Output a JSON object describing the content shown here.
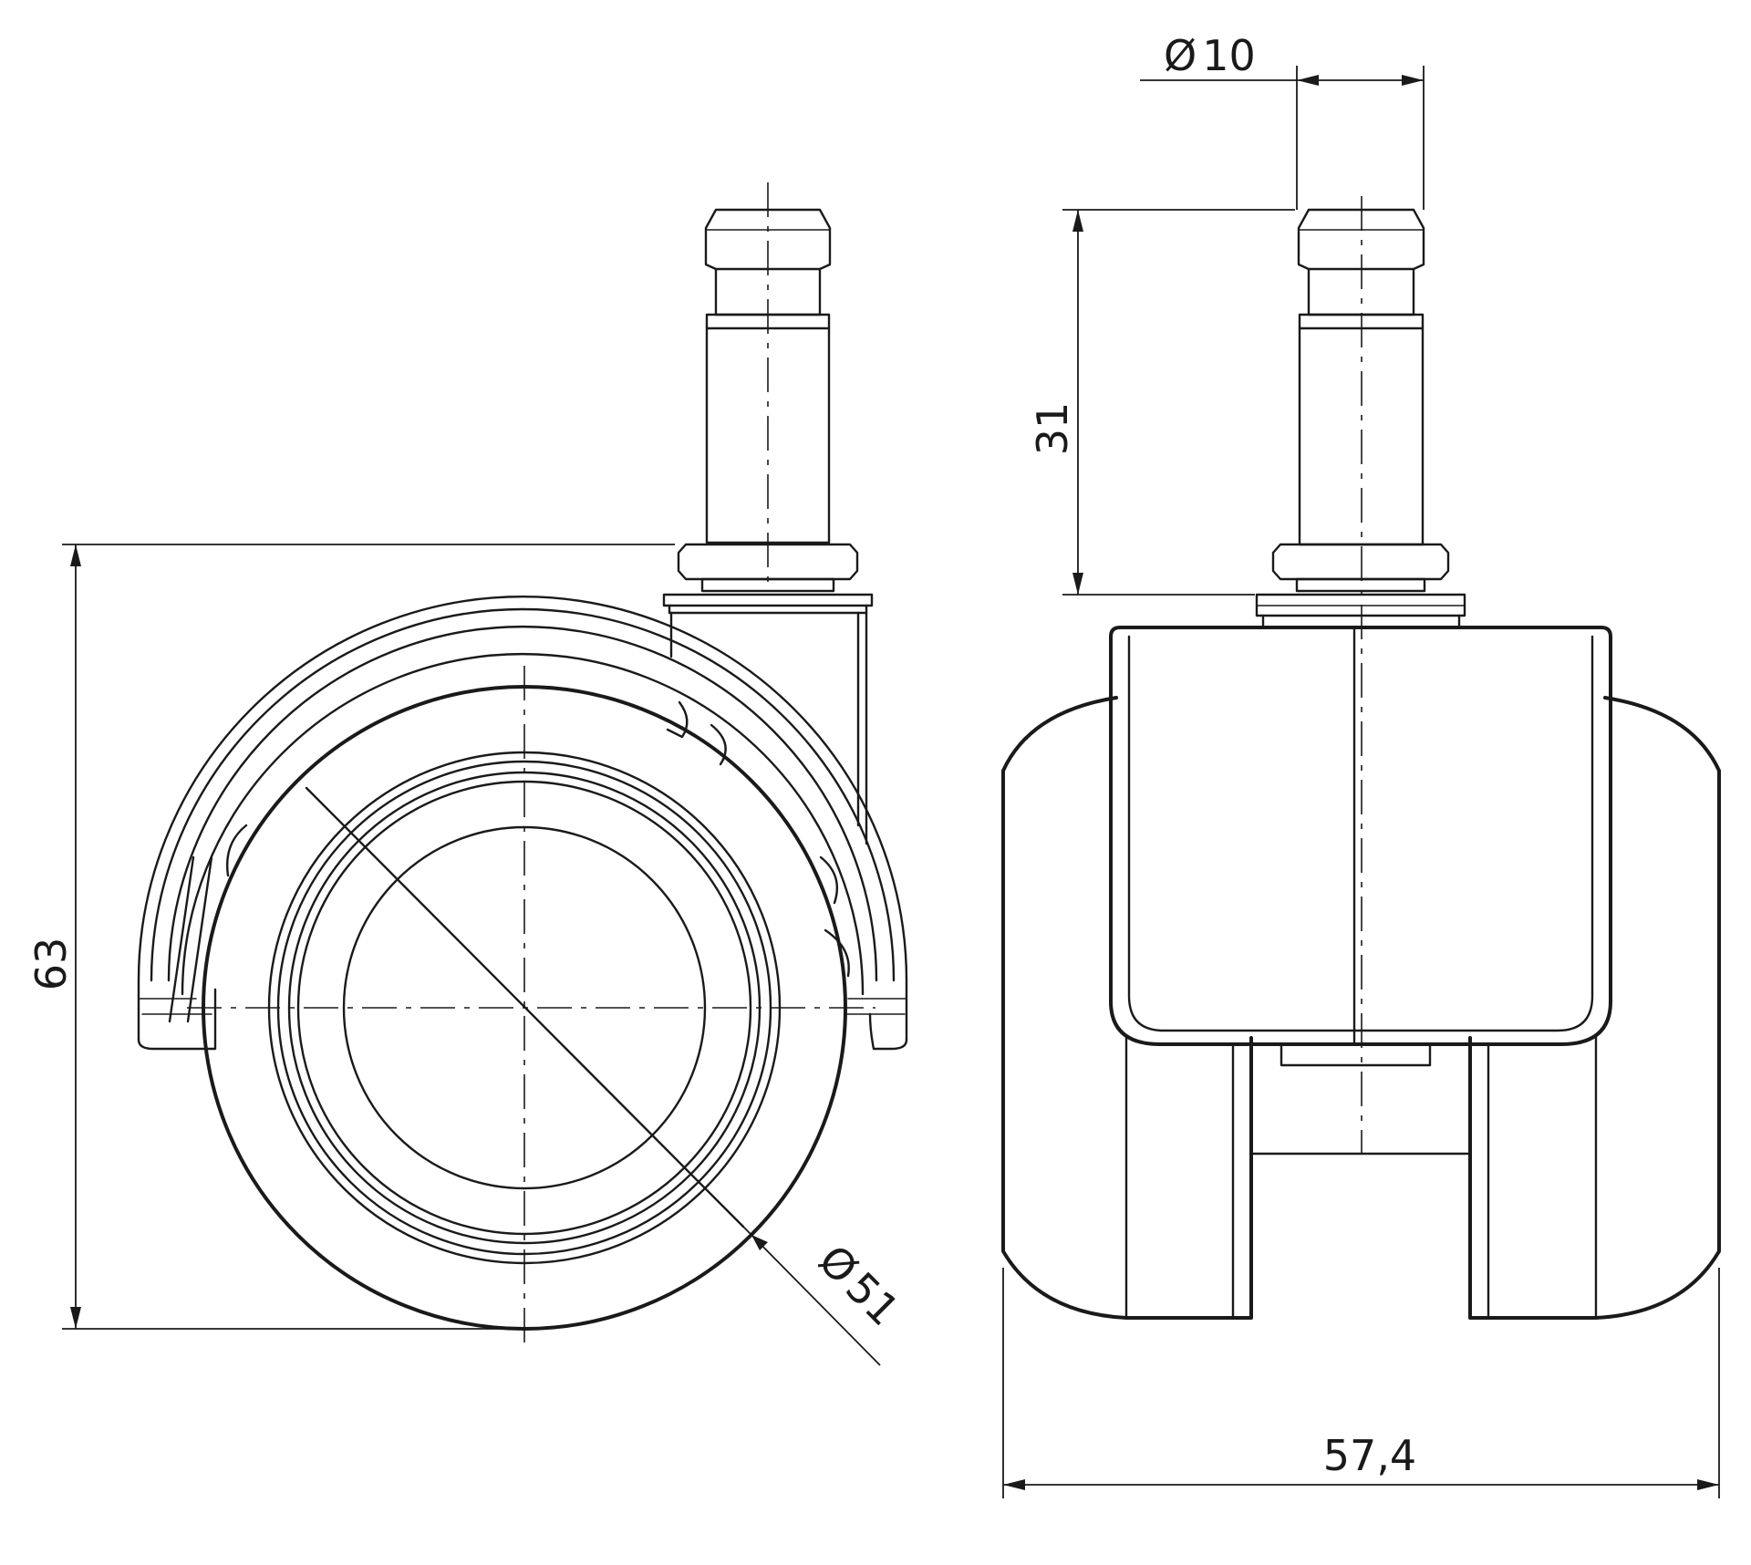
{
  "dimensions": {
    "pin_diameter": "10",
    "pin_length": "31",
    "total_height": "63",
    "wheel_diameter": "51",
    "total_width": "57,4"
  },
  "diameter_symbol": "Ø"
}
